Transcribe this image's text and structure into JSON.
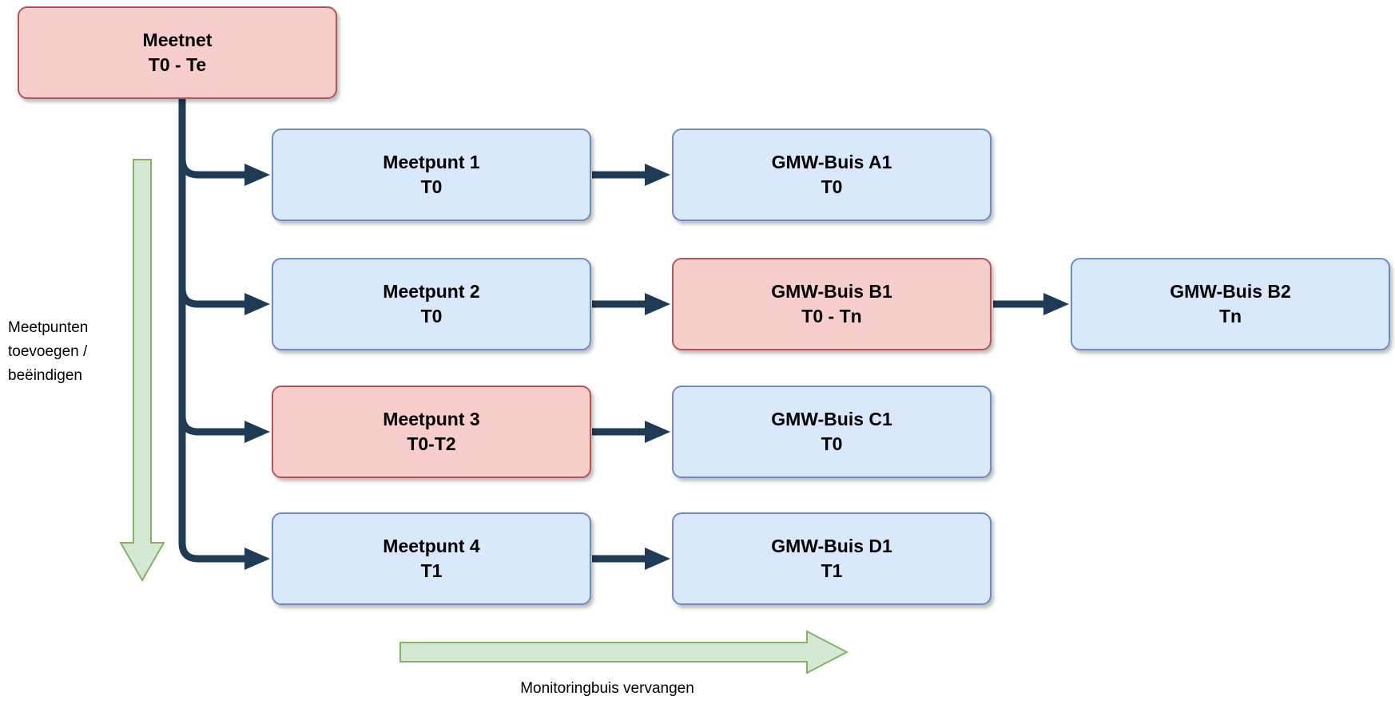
{
  "diagram": {
    "nodes": {
      "meetnet": {
        "title": "Meetnet",
        "sub": "T0 - Te",
        "color": "red"
      },
      "meetpunt1": {
        "title": "Meetpunt 1",
        "sub": "T0",
        "color": "blue"
      },
      "meetpunt2": {
        "title": "Meetpunt 2",
        "sub": "T0",
        "color": "blue"
      },
      "meetpunt3": {
        "title": "Meetpunt 3",
        "sub": "T0-T2",
        "color": "red"
      },
      "meetpunt4": {
        "title": "Meetpunt 4",
        "sub": "T1",
        "color": "blue"
      },
      "gmw_a1": {
        "title": "GMW-Buis A1",
        "sub": "T0",
        "color": "blue"
      },
      "gmw_b1": {
        "title": "GMW-Buis B1",
        "sub": "T0 - Tn",
        "color": "red"
      },
      "gmw_b2": {
        "title": "GMW-Buis B2",
        "sub": "Tn",
        "color": "blue"
      },
      "gmw_c1": {
        "title": "GMW-Buis C1",
        "sub": "T0",
        "color": "blue"
      },
      "gmw_d1": {
        "title": "GMW-Buis D1",
        "sub": "T1",
        "color": "blue"
      }
    },
    "annotations": {
      "left_label_lines": [
        "Meetpunten",
        "toevoegen /",
        "beëindigen"
      ],
      "bottom_label": "Monitoringbuis vervangen"
    },
    "colors": {
      "red_fill": "#f8cecc",
      "red_stroke": "#b85450",
      "blue_fill": "#dae8fc",
      "blue_stroke": "#6c8ebf",
      "green_fill": "#d5e8d4",
      "green_stroke": "#82b366",
      "connector": "#1f3a54",
      "text": "#000000"
    }
  }
}
